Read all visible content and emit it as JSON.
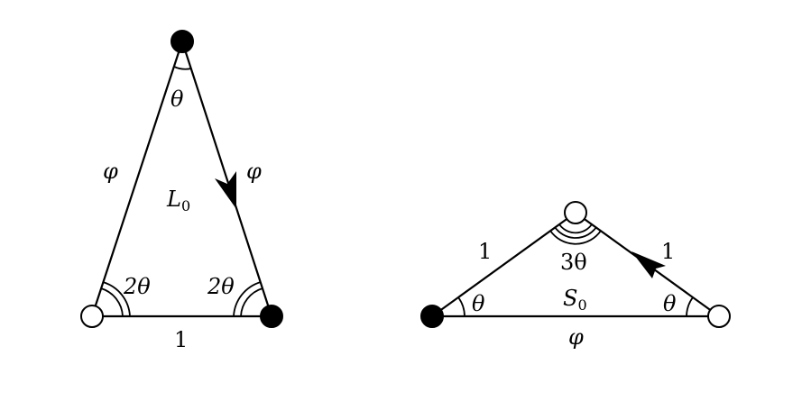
{
  "figure_left": {
    "name": "L",
    "subscript": "0",
    "side_left_label": "φ",
    "side_right_label": "φ",
    "base_label": "1",
    "apex_angle_label": "θ",
    "base_left_angle_label": "2θ",
    "base_right_angle_label": "2θ",
    "vertices": {
      "apex": "black",
      "base_left": "white",
      "base_right": "black"
    }
  },
  "figure_right": {
    "name": "S",
    "subscript": "0",
    "side_left_label": "1",
    "side_right_label": "1",
    "base_label": "φ",
    "apex_angle_label": "3θ",
    "base_left_angle_label": "θ",
    "base_right_angle_label": "θ",
    "vertices": {
      "apex": "white",
      "base_left": "black",
      "base_right": "white"
    }
  }
}
